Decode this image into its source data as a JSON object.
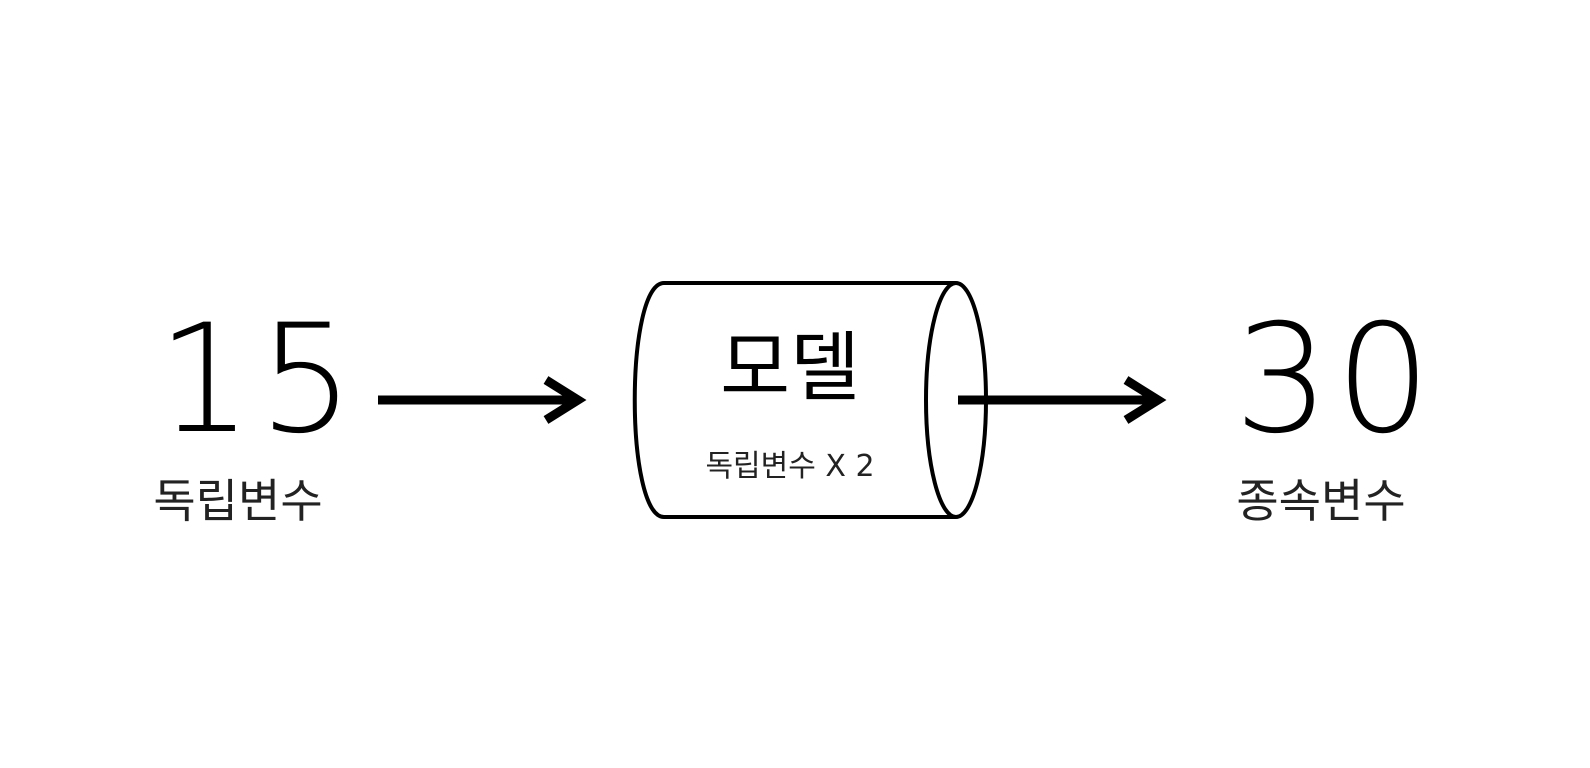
{
  "input": {
    "value": "15",
    "label": "독립변수"
  },
  "model": {
    "title": "모델",
    "formula": "독립변수 X 2"
  },
  "output": {
    "value": "30",
    "label": "종속변수"
  },
  "colors": {
    "stroke": "#000000",
    "background": "#ffffff"
  }
}
